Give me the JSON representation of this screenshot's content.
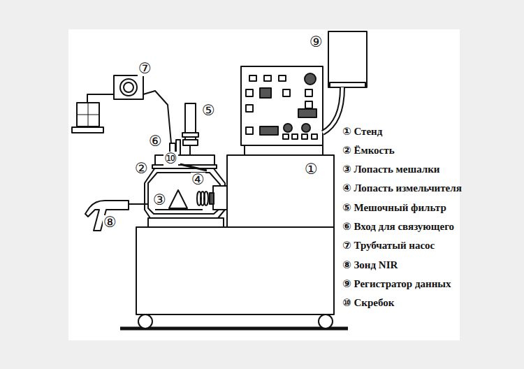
{
  "diagram": {
    "labels": [
      "⑦",
      "⑤",
      "⑥",
      "②",
      "⑩",
      "①",
      "③",
      "④",
      "⑧",
      "⑨",
      "① Стенд",
      "② Ёмкость",
      "③ Лопасть мешалки",
      "④ Лопасть измельчителя",
      "⑤ Мешочный фильтр",
      "⑥ Вход для связующего",
      "⑦ Трубчатый насос",
      "⑧ Зонд NIR",
      "⑨ Регистратор данных",
      "⑩ Скребок"
    ]
  }
}
